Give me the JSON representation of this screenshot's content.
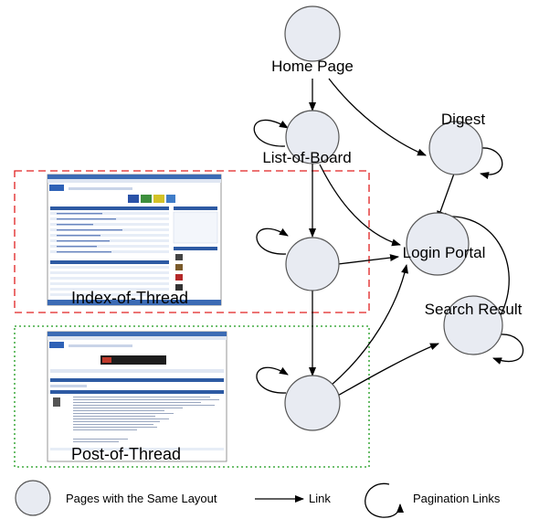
{
  "nodes": {
    "home": {
      "label": "Home Page"
    },
    "digest": {
      "label": "Digest"
    },
    "list_of_board": {
      "label": "List-of-Board"
    },
    "login_portal": {
      "label": "Login Portal"
    },
    "search_result": {
      "label": "Search Result"
    }
  },
  "regions": {
    "index_of_thread": {
      "label": "Index-of-Thread",
      "border_color": "#e02020",
      "style": "dashed"
    },
    "post_of_thread": {
      "label": "Post-of-Thread",
      "border_color": "#1a9a1a",
      "style": "dotted"
    }
  },
  "legend": {
    "pages_label": "Pages with the Same Layout",
    "link_label": "Link",
    "pagination_label": "Pagination Links"
  },
  "colors": {
    "node_fill": "#e8ebf2",
    "node_stroke": "#555555",
    "edge": "#000000"
  }
}
